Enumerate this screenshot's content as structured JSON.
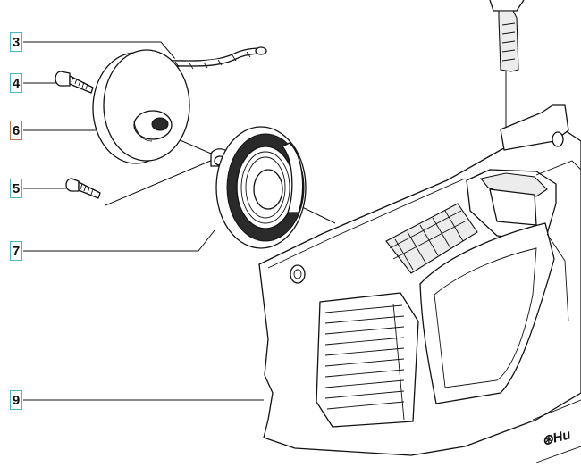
{
  "callouts": [
    {
      "id": "3",
      "label": "3",
      "highlight": false
    },
    {
      "id": "4",
      "label": "4",
      "highlight": false
    },
    {
      "id": "6",
      "label": "6",
      "highlight": true
    },
    {
      "id": "5",
      "label": "5",
      "highlight": false
    },
    {
      "id": "7",
      "label": "7",
      "highlight": false
    },
    {
      "id": "9",
      "label": "9",
      "highlight": false
    }
  ],
  "brand_text": "Hu",
  "colors": {
    "callout_border": "#49b7c9",
    "callout_highlight": "#c8744a",
    "line": "#111111"
  }
}
